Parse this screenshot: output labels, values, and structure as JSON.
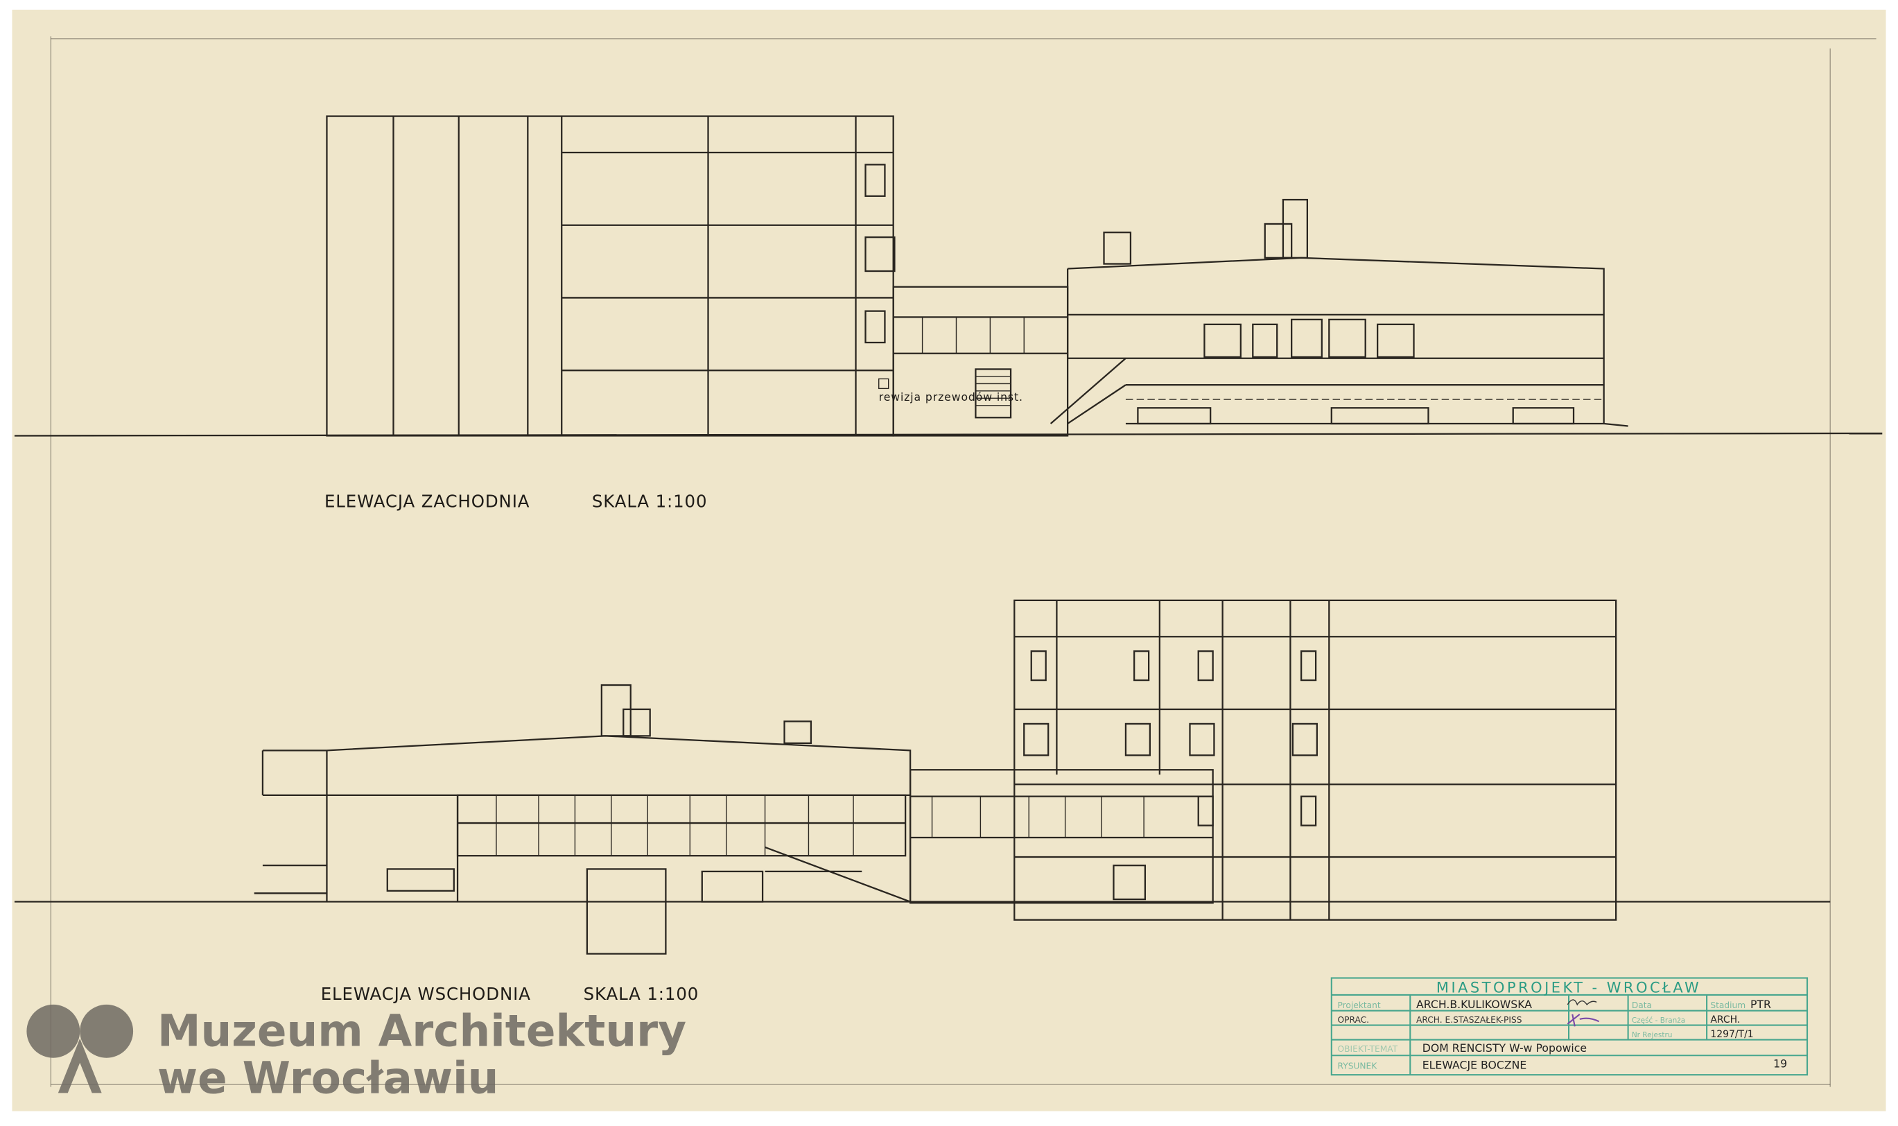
{
  "drawing": {
    "west_elevation": {
      "title": "ELEWACJA ZACHODNIA",
      "scale": "SKALA 1:100",
      "annotation": "rewizja przewodów inst."
    },
    "east_elevation": {
      "title": "ELEWACJA WSCHODNIA",
      "scale": "SKALA 1:100"
    }
  },
  "title_block": {
    "office": "MIASTOPROJEKT - WROCŁAW",
    "rows": [
      {
        "label": "Projektant",
        "value": "ARCH.B.KULIKOWSKA",
        "field": "Data",
        "field_value": "",
        "field2": "Stadium",
        "field2_value": "PTR"
      },
      {
        "label": "OPRAC.",
        "value": "ARCH. E.STASZAŁEK-PISS",
        "field": "Część - Branża",
        "field_value": "ARCH."
      },
      {
        "label": "",
        "value": "",
        "field": "Nr Rejestru",
        "field_value": "1297/T/1"
      }
    ],
    "object_label": "OBIEKT-TEMAT",
    "object_value": "DOM RENCISTY W-w Popowice",
    "drawing_label": "RYSUNEK",
    "drawing_value": "ELEWACJE BOCZNE",
    "sheet_number": "19",
    "stamp_color": "#2c9c84"
  },
  "watermark": {
    "line1": "Muzeum Architektury",
    "line2": "we Wrocławiu",
    "mark": "MA"
  },
  "colors": {
    "paper": "#efe6cb",
    "ink": "#2a2620"
  }
}
